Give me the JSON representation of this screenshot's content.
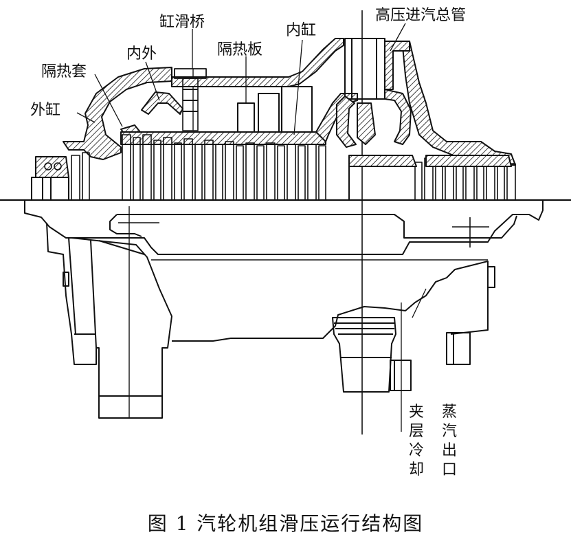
{
  "labels": {
    "outer_casing": "外缸",
    "insulation_sleeve": "隔热套",
    "inner_outer": "内外",
    "casing_slide_bridge": "缸滑桥",
    "insulation_board": "隔热板",
    "inner_casing": "内缸",
    "hp_steam_header": "高压进汽总管",
    "jacket_cooling": "夹层冷却",
    "steam_outlet": "蒸汽出口"
  },
  "caption": "图 1   汽轮机组滑压运行结构图",
  "colors": {
    "line": "#111111",
    "background": "#ffffff"
  }
}
